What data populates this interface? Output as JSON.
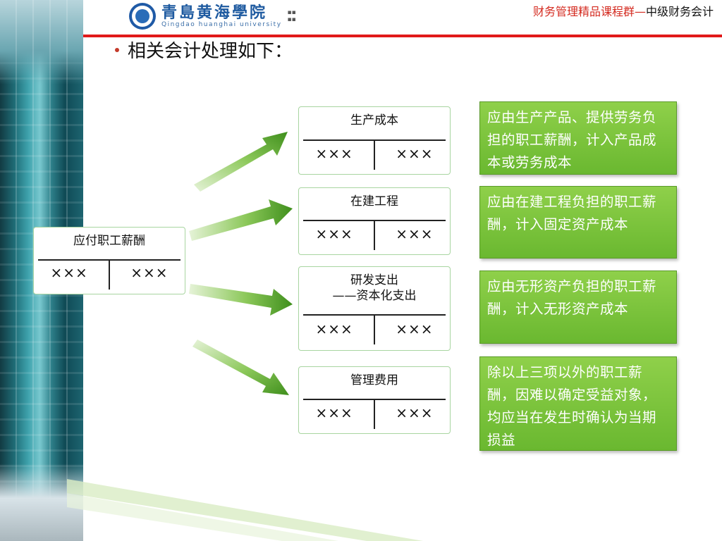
{
  "header": {
    "logo_cn": "青島黄海學院",
    "logo_en": "Qingdao huanghai university",
    "course_red": "财务管理精品课程群—",
    "course_black": "中级财务会计"
  },
  "heading": "相关会计处理如下：",
  "source_account": {
    "title": "应付职工薪酬",
    "debit": "×××",
    "credit": "×××"
  },
  "target_accounts": [
    {
      "title": "生产成本",
      "subtitle": "",
      "debit": "×××",
      "credit": "×××"
    },
    {
      "title": "在建工程",
      "subtitle": "",
      "debit": "×××",
      "credit": "×××"
    },
    {
      "title": "研发支出",
      "subtitle": "——资本化支出",
      "debit": "×××",
      "credit": "×××"
    },
    {
      "title": "管理费用",
      "subtitle": "",
      "debit": "×××",
      "credit": "×××"
    }
  ],
  "notes": [
    "应由生产产品、提供劳务负担的职工薪酬，计入产品成本或劳务成本",
    "应由在建工程负担的职工薪酬，计入固定资产成本",
    "应由无形资产负担的职工薪酬，计入无形资产成本",
    "除以上三项以外的职工薪酬，因难以确定受益对象，均应当在发生时确认为当期损益"
  ],
  "colors": {
    "arrow": "#5aa82a",
    "note_bg": "#7cc43c",
    "header_rule": "#e11a1a",
    "title_red": "#d42a1f"
  }
}
